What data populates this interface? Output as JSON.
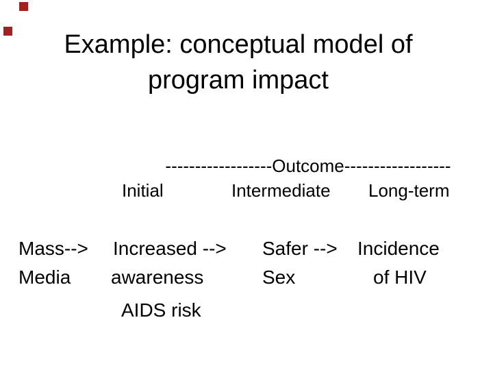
{
  "meta": {
    "background_color": "#ffffff",
    "text_color": "#000000",
    "accent_red": "#a32020"
  },
  "title": {
    "line1": "Example: conceptual model of",
    "line2": "program impact"
  },
  "outcome_header": {
    "text": "------------------Outcome------------------"
  },
  "stages": [
    {
      "label": "Initial"
    },
    {
      "label": "Intermediate"
    },
    {
      "label": "Long-term"
    }
  ],
  "flow": {
    "items": [
      {
        "line1": "Mass-->",
        "line2": "Media"
      },
      {
        "line1": "Increased -->",
        "line2": "awareness",
        "line3": "AIDS risk"
      },
      {
        "line1": "Safer -->",
        "line2": "Sex"
      },
      {
        "line1": "Incidence",
        "line2": "of HIV"
      }
    ]
  }
}
